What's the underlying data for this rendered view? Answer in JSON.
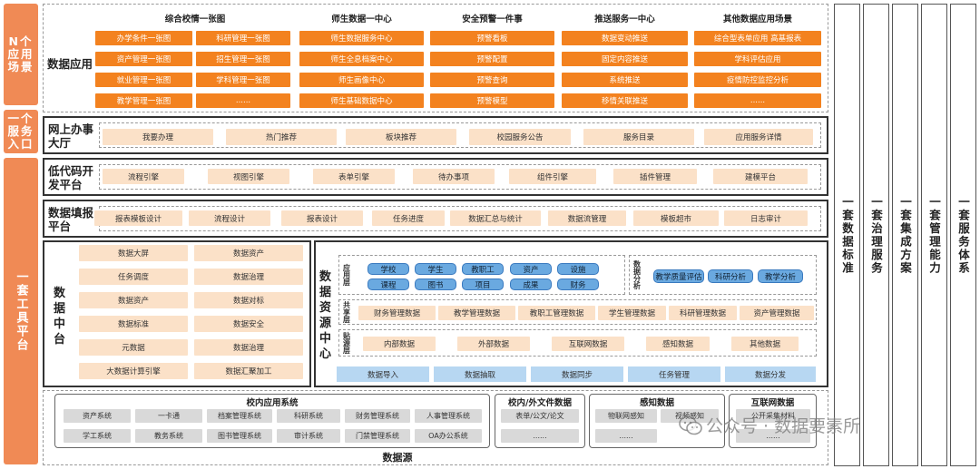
{
  "left_tabs": {
    "scenarios": "N个应用场景",
    "entry": "一个服务入口",
    "platform": "一套工具平台"
  },
  "data_app": {
    "title": "数据应用",
    "columns": [
      {
        "title": "综合校情一张图",
        "rows": [
          [
            "办学条件一张图",
            "科研管理一张图"
          ],
          [
            "资产管理一张图",
            "招生管理一张图"
          ],
          [
            "就业管理一张图",
            "学科管理一张图"
          ],
          [
            "教学管理一张图",
            "......"
          ]
        ]
      },
      {
        "title": "师生数据一中心",
        "items": [
          "师生数据服务中心",
          "师生全息档案中心",
          "师生画像中心",
          "师生基础数据中心"
        ]
      },
      {
        "title": "安全预警一件事",
        "items": [
          "预警看板",
          "预警配置",
          "预警查询",
          "预警模型"
        ]
      },
      {
        "title": "推送服务一中心",
        "items": [
          "数据变动推送",
          "固定内容推送",
          "系统推送",
          "移情关联推送"
        ]
      },
      {
        "title": "其他数据应用场景",
        "items": [
          "综合型表单应用 高基报表",
          "学科评估应用",
          "疫情防控监控分析",
          "......"
        ]
      }
    ]
  },
  "online_hall": {
    "title": "网上办事大厅",
    "items": [
      "我要办理",
      "热门推荐",
      "板块推荐",
      "校园服务公告",
      "服务目录",
      "应用服务详情"
    ]
  },
  "lowcode": {
    "title": "低代码开发平台",
    "items": [
      "流程引擎",
      "视图引擎",
      "表单引擎",
      "待办事项",
      "组件引擎",
      "插件管理",
      "建模平台"
    ]
  },
  "report": {
    "title": "数据填报平台",
    "items": [
      "报表模板设计",
      "流程设计",
      "报表设计",
      "任务进度",
      "数据汇总与统计",
      "数据流管理",
      "模板超市",
      "日志审计"
    ]
  },
  "middle": {
    "title": "数据中台",
    "items": [
      [
        "数据大屏",
        "数据资产"
      ],
      [
        "任务调度",
        "数据治理"
      ],
      [
        "数据资产",
        "数据对标"
      ],
      [
        "数据标准",
        "数据安全"
      ],
      [
        "元数据",
        "数据治理"
      ],
      [
        "大数据计算引擎",
        "数据汇聚加工"
      ]
    ]
  },
  "resource": {
    "title": "数据资源中心",
    "app_label": "应用层",
    "cylinders": [
      [
        "学校",
        "学生",
        "教职工",
        "资产",
        "设施"
      ],
      [
        "课程",
        "图书",
        "项目",
        "成果",
        "财务"
      ]
    ],
    "analysis_label": "数据分析",
    "analysis": [
      "教学质量评估",
      "科研分析",
      "教学分析"
    ],
    "share_label": "共享层",
    "share": [
      "财务管理数据",
      "教学管理数据",
      "教职工管理数据",
      "学生管理数据",
      "科研管理数据",
      "资产管理数据"
    ],
    "source_label": "贴源层",
    "source": [
      "内部数据",
      "外部数据",
      "互联网数据",
      "感知数据",
      "其他数据"
    ],
    "bottom": [
      "数据导入",
      "数据抽取",
      "数据同步",
      "任务管理",
      "数据分发"
    ]
  },
  "datasource": {
    "title": "数据源",
    "groups": [
      {
        "title": "校内应用系统",
        "rows": [
          [
            "资产系统",
            "一卡通",
            "档案管理系统",
            "科研系统",
            "财务管理系统",
            "人事管理系统"
          ],
          [
            "学工系统",
            "教务系统",
            "图书管理系统",
            "审计系统",
            "门禁管理系统",
            "OA办公系统"
          ]
        ]
      },
      {
        "title": "校内/外文件数据",
        "items": [
          "表单/公文/论文",
          "......"
        ]
      },
      {
        "title": "感知数据",
        "items": [
          "物联网感知",
          "视频感知",
          "......"
        ]
      },
      {
        "title": "互联网数据",
        "items": [
          "公开采集材料",
          "......"
        ]
      }
    ]
  },
  "right_columns": [
    "一套数据标准",
    "一套治理服务",
    "一套集成方案",
    "一套管理能力",
    "一套服务体系"
  ],
  "watermark": "公众号 · 数据要素所"
}
